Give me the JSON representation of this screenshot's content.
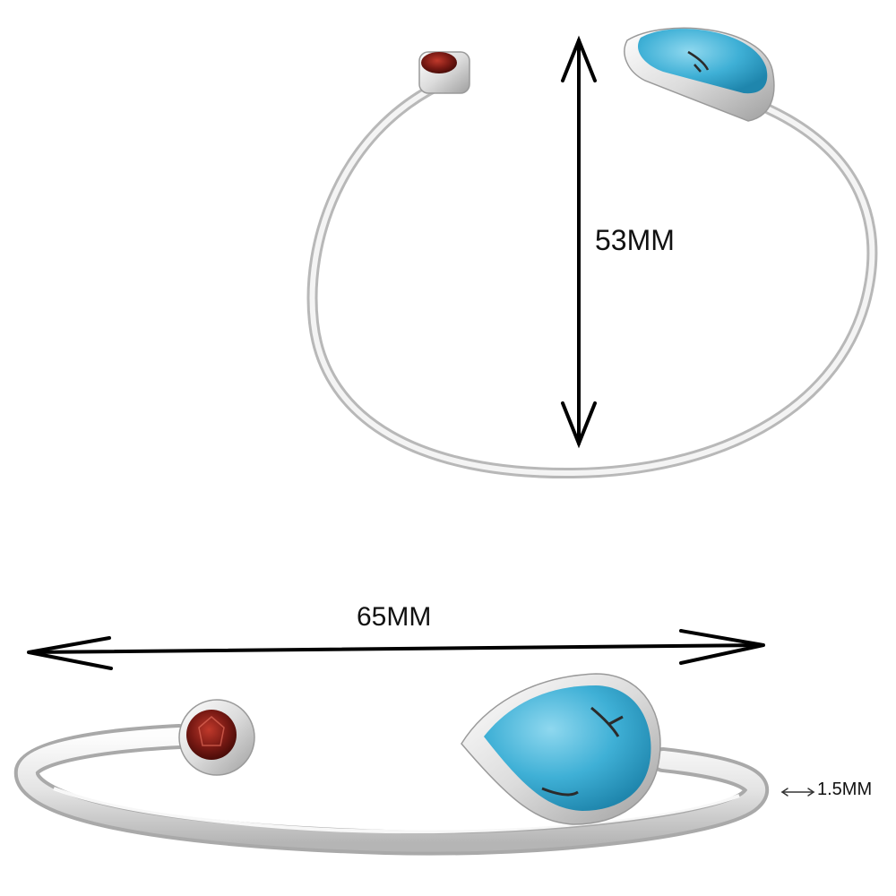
{
  "labels": {
    "height": "53MM",
    "width": "65MM",
    "thickness": "1.5MM"
  },
  "colors": {
    "background": "#ffffff",
    "silver_light": "#f7f7f7",
    "silver_mid": "#d9d9d9",
    "silver_dark": "#a9a9a9",
    "turquoise": "#3fb0d6",
    "turquoise_light": "#8fd8ef",
    "garnet": "#7a1a14",
    "garnet_light": "#c0392b",
    "arrow": "#000000"
  },
  "icons": {
    "height_arrow": "double-headed-vertical-arrow",
    "width_arrow": "double-headed-horizontal-arrow",
    "thickness_arrow": "small-double-headed-arrow"
  }
}
